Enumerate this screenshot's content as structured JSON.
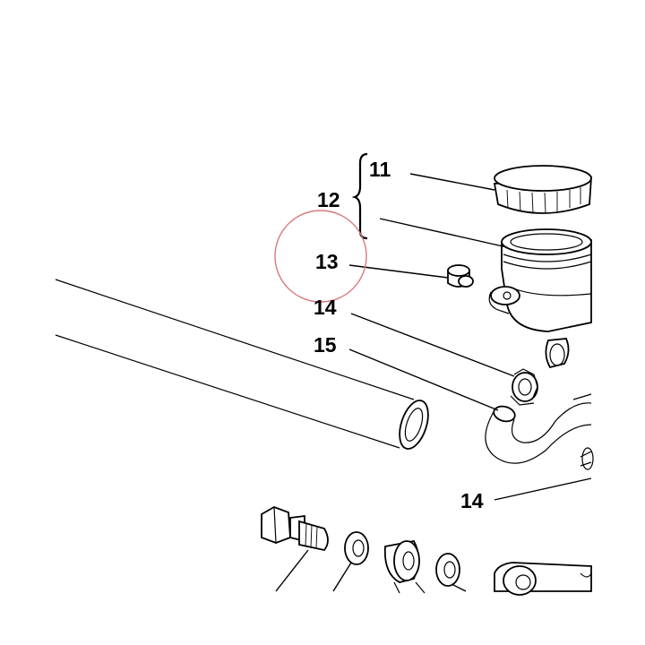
{
  "labels": {
    "l11": "11",
    "l12": "12",
    "l13": "13",
    "l14a": "14",
    "l15": "15",
    "l14b": "14"
  },
  "colors": {
    "highlight_circle": "#d9787c",
    "line": "#000000",
    "background": "#ffffff"
  }
}
